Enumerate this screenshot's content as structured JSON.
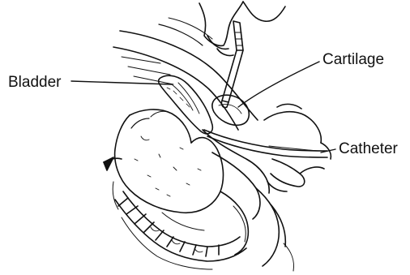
{
  "figure": {
    "labels": {
      "bladder": "Bladder",
      "cartilage": "Cartilage",
      "catheter": "Catheter"
    },
    "colors": {
      "ink": "#111111",
      "background": "#ffffff"
    }
  }
}
